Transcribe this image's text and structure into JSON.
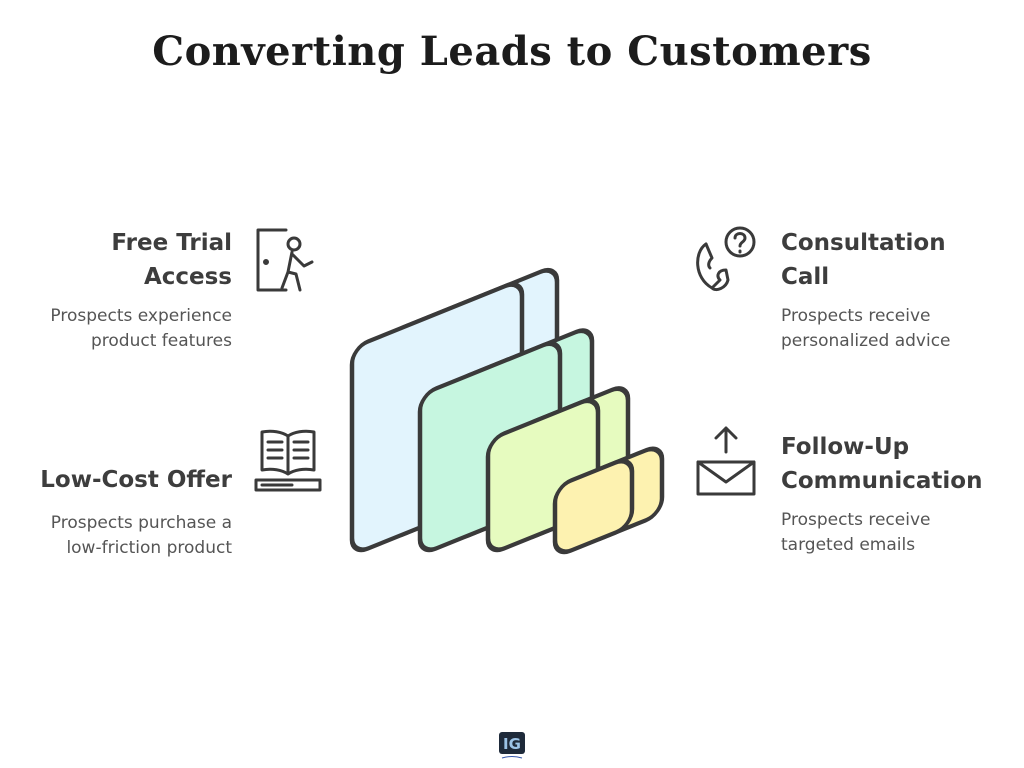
{
  "title": "Converting Leads to Customers",
  "items": [
    {
      "heading_line1": "Free Trial",
      "heading_line2": "Access",
      "desc_line1": "Prospects experience",
      "desc_line2": "product features",
      "icon": "door-person-icon"
    },
    {
      "heading_line1": "Low-Cost Offer",
      "heading_line2": "",
      "desc_line1": "Prospects purchase a",
      "desc_line2": "low-friction product",
      "icon": "open-book-icon"
    },
    {
      "heading_line1": "Consultation",
      "heading_line2": "Call",
      "desc_line1": "Prospects receive",
      "desc_line2": "personalized advice",
      "icon": "phone-question-icon"
    },
    {
      "heading_line1": "Follow-Up",
      "heading_line2": "Communication",
      "desc_line1": "Prospects receive",
      "desc_line2": "targeted emails",
      "icon": "email-send-icon"
    }
  ],
  "colors": {
    "stage1": "#e2f4fd",
    "stage2": "#c6f6e0",
    "stage3": "#e6fbbf",
    "stage4": "#fdf2b0",
    "stroke": "#3a3a3a"
  },
  "logo_text": "IG"
}
